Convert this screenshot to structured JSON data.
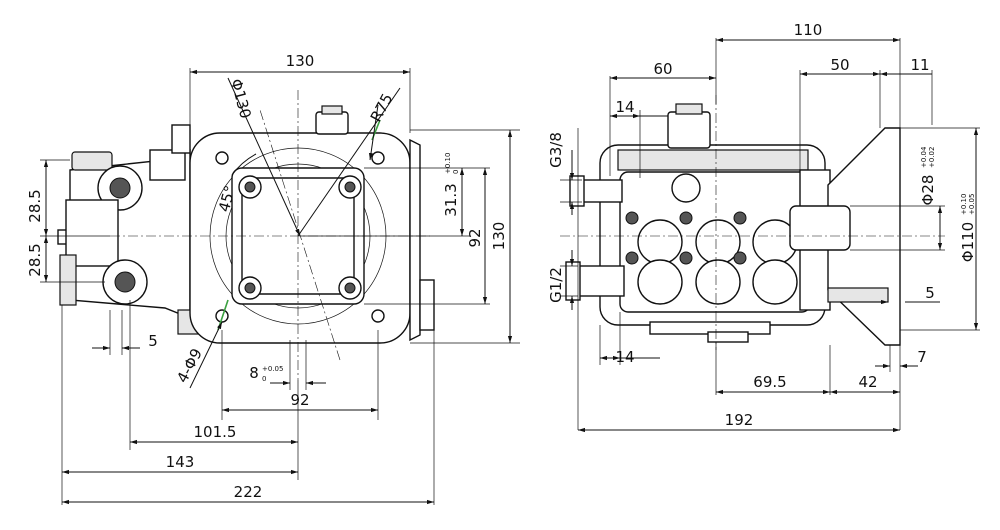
{
  "front_view": {
    "dimensions": {
      "d130_top": "130",
      "phi130": "Φ130",
      "r75": "R75",
      "angle45": "45°",
      "d31_3": "31.3",
      "d31_3_tol_upper": "+0.10",
      "d31_3_tol_lower": "0",
      "d92_right": "92",
      "d130_right": "130",
      "d28_5_upper": "28.5",
      "d28_5_lower": "28.5",
      "d5": "5",
      "holes_4phi9": "4-Φ9",
      "d8": "8",
      "d8_tol_upper": "+0.05",
      "d8_tol_lower": "0",
      "d92_bottom": "92",
      "d101_5": "101.5",
      "d143": "143",
      "d222": "222"
    }
  },
  "side_view": {
    "dimensions": {
      "d110_top": "110",
      "d60": "60",
      "d50": "50",
      "d11": "11",
      "d14_top": "14",
      "g3_8": "G3/8",
      "g1_2": "G1/2",
      "phi28": "Φ28",
      "phi28_tol_upper": "+0.04",
      "phi28_tol_lower": "+0.02",
      "phi110": "Φ110",
      "phi110_tol_upper": "+0.10",
      "phi110_tol_lower": "+0.05",
      "d5_right": "5",
      "d7": "7",
      "d14_bottom": "14",
      "d69_5": "69.5",
      "d42": "42",
      "d192": "192"
    }
  }
}
